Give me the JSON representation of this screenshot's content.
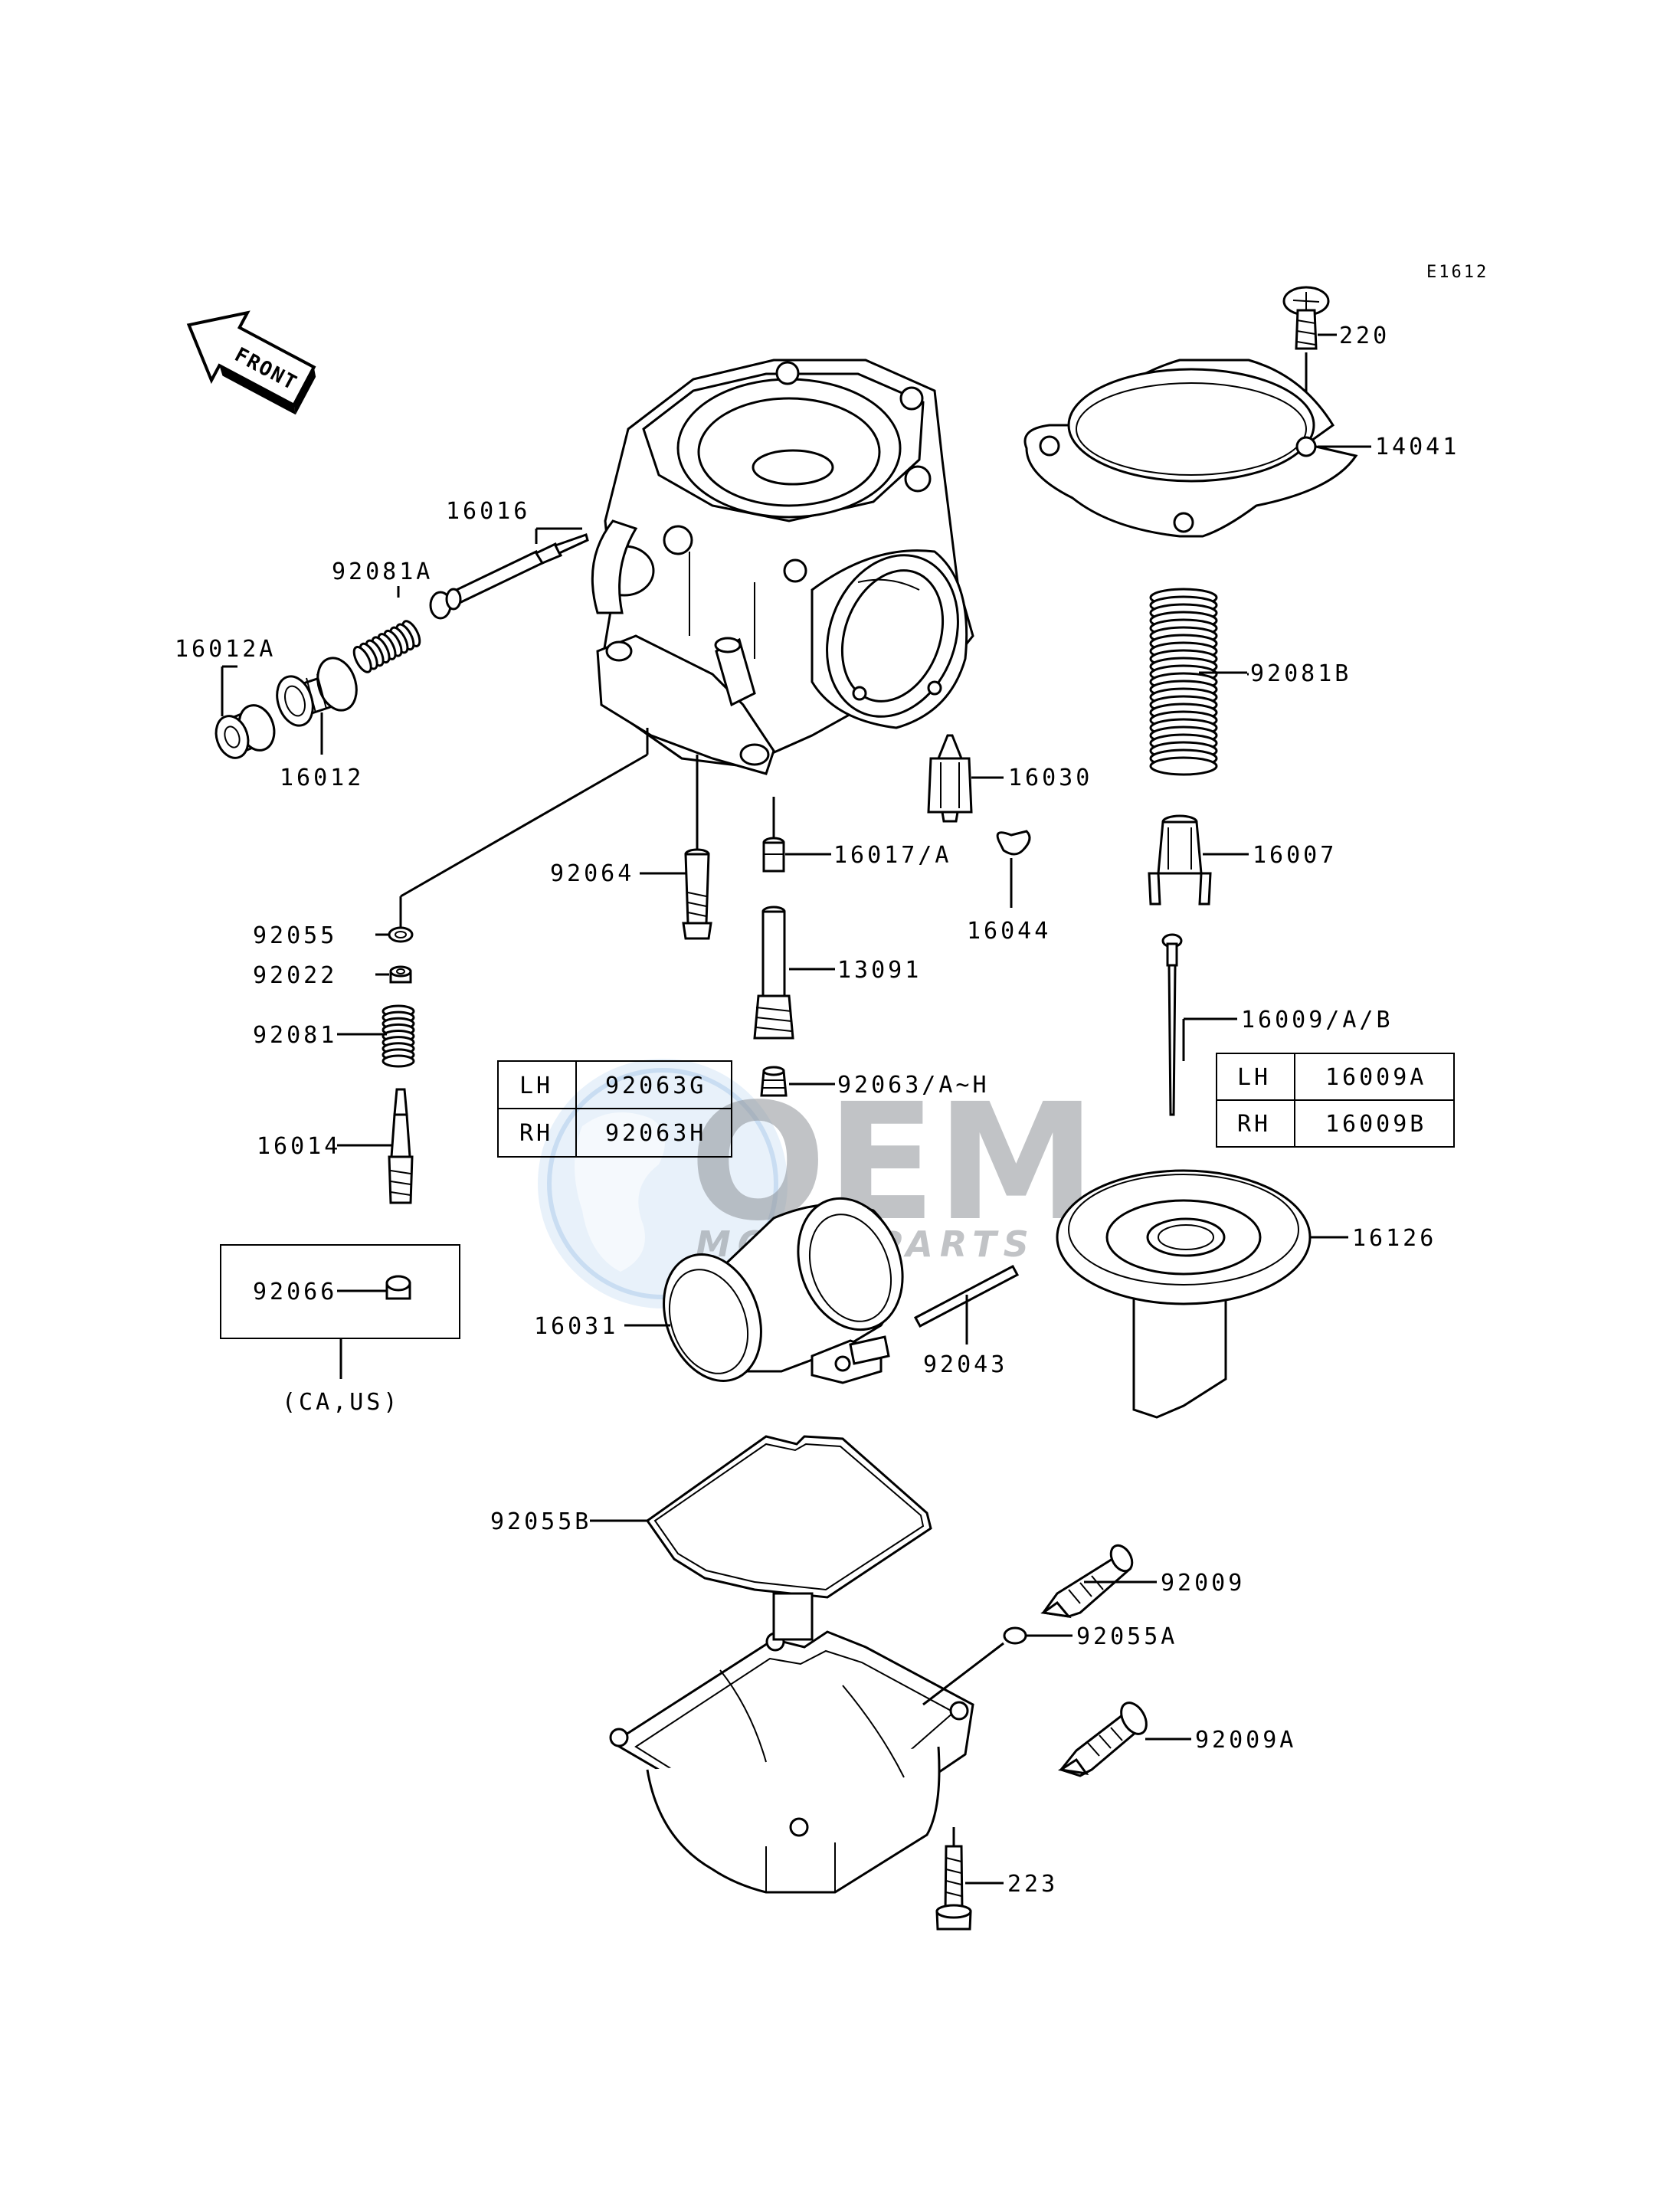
{
  "diagram_code": "E1612",
  "front_label": "FRONT",
  "watermark": {
    "brand": "OEM",
    "sub": "MOTORPARTS"
  },
  "colors": {
    "ink": "#000000",
    "watermark_gray": "#8f9398",
    "watermark_blue": "#bcd7f2"
  },
  "parts": [
    {
      "id": "p220",
      "label": "220"
    },
    {
      "id": "p14041",
      "label": "14041"
    },
    {
      "id": "p16016",
      "label": "16016"
    },
    {
      "id": "p92081A",
      "label": "92081A"
    },
    {
      "id": "p16012A",
      "label": "16012A"
    },
    {
      "id": "p16012",
      "label": "16012"
    },
    {
      "id": "p92081B",
      "label": "92081B"
    },
    {
      "id": "p16030",
      "label": "16030"
    },
    {
      "id": "p16017A",
      "label": "16017/A"
    },
    {
      "id": "p92064",
      "label": "92064"
    },
    {
      "id": "p16007",
      "label": "16007"
    },
    {
      "id": "p16044",
      "label": "16044"
    },
    {
      "id": "p92055",
      "label": "92055"
    },
    {
      "id": "p92022",
      "label": "92022"
    },
    {
      "id": "p13091",
      "label": "13091"
    },
    {
      "id": "p16009AB",
      "label": "16009/A/B"
    },
    {
      "id": "p92081",
      "label": "92081"
    },
    {
      "id": "p92063AH",
      "label": "92063/A~H"
    },
    {
      "id": "p16014",
      "label": "16014"
    },
    {
      "id": "p16126",
      "label": "16126"
    },
    {
      "id": "p92066",
      "label": "92066"
    },
    {
      "id": "p16031",
      "label": "16031"
    },
    {
      "id": "p92043",
      "label": "92043"
    },
    {
      "id": "pCAUS",
      "label": "(CA,US)"
    },
    {
      "id": "p92055B",
      "label": "92055B"
    },
    {
      "id": "p92009",
      "label": "92009"
    },
    {
      "id": "p92055A",
      "label": "92055A"
    },
    {
      "id": "p92009A",
      "label": "92009A"
    },
    {
      "id": "p223",
      "label": "223"
    }
  ],
  "tables": [
    {
      "id": "t92063",
      "rows": [
        [
          "LH",
          "92063G"
        ],
        [
          "RH",
          "92063H"
        ]
      ]
    },
    {
      "id": "t16009",
      "rows": [
        [
          "LH",
          "16009A"
        ],
        [
          "RH",
          "16009B"
        ]
      ]
    }
  ]
}
